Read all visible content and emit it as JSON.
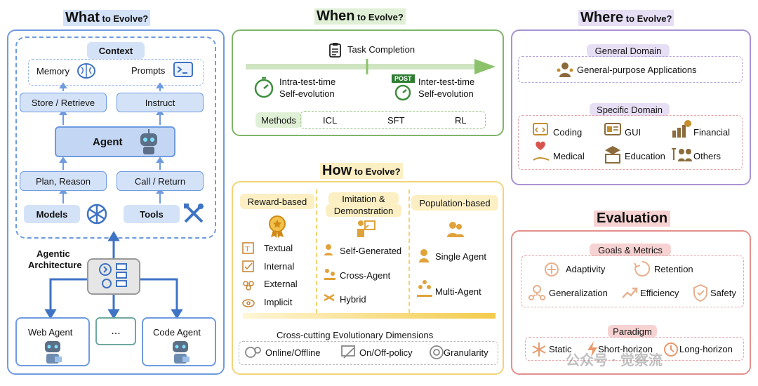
{
  "what": {
    "title_main": "What",
    "title_rest": " to Evolve?",
    "context": "Context",
    "memory": "Memory",
    "prompts": "Prompts",
    "store_retrieve": "Store / Retrieve",
    "instruct": "Instruct",
    "agent": "Agent",
    "plan_reason": "Plan, Reason",
    "call_return": "Call / Return",
    "models": "Models",
    "tools": "Tools",
    "arch_label_1": "Agentic",
    "arch_label_2": "Architecture",
    "web_agent": "Web Agent",
    "ellipsis": "...",
    "code_agent": "Code Agent"
  },
  "when": {
    "title_main": "When",
    "title_rest": " to Evolve?",
    "task_completion": "Task Completion",
    "intra_1": "Intra-test-time",
    "intra_2": "Self-evolution",
    "post_badge": "POST",
    "inter_1": "Inter-test-time",
    "inter_2": "Self-evolution",
    "methods_label": "Methods",
    "methods": [
      "ICL",
      "SFT",
      "RL"
    ]
  },
  "how": {
    "title_main": "How",
    "title_rest": " to Evolve?",
    "reward_title": "Reward-based",
    "reward_items": [
      "Textual",
      "Internal",
      "External",
      "Implicit"
    ],
    "imitation_title_1": "Imitation &",
    "imitation_title_2": "Demonstration",
    "imitation_items": [
      "Self-Generated",
      "Cross-Agent",
      "Hybrid"
    ],
    "population_title": "Population-based",
    "population_items": [
      "Single Agent",
      "Multi-Agent"
    ],
    "cross_title": "Cross-cutting Evolutionary Dimensions",
    "cross_items": [
      "Online/Offline",
      "On/Off-policy",
      "Granularity"
    ]
  },
  "where": {
    "title_main": "Where",
    "title_rest": " to Evolve?",
    "general_title": "General Domain",
    "general_item": "General-purpose Applications",
    "specific_title": "Specific Domain",
    "specific_items": [
      "Coding",
      "GUI",
      "Financial",
      "Medical",
      "Education",
      "Others"
    ]
  },
  "evaluation": {
    "title": "Evaluation",
    "goals_title": "Goals & Metrics",
    "goals": [
      "Adaptivity",
      "Retention",
      "Generalization",
      "Efficiency",
      "Safety"
    ],
    "paradigm_title": "Paradigm",
    "paradigm": [
      "Static",
      "Short-horizon",
      "Long-horizon"
    ]
  },
  "watermark": "公众号 · 觉察流",
  "colors": {
    "what_border": "#6f9be0",
    "when_border": "#7fb56a",
    "how_border": "#f3d37a",
    "where_border": "#a993d3",
    "eval_border": "#e3908c",
    "box_blue": "#d4e2f7",
    "box_blue_border": "#6f9be0"
  }
}
